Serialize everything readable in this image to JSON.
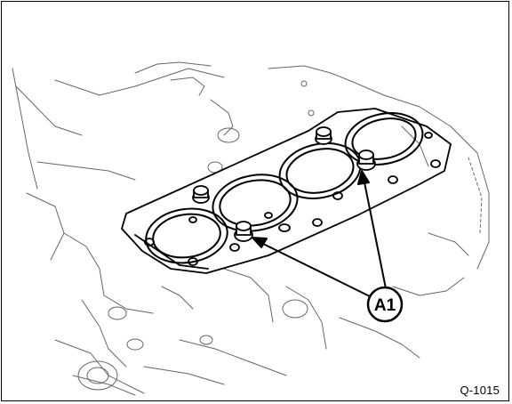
{
  "figure": {
    "callout": "A1",
    "reference_code": "Q-1015"
  },
  "colors": {
    "ink": "#000000",
    "paper": "#ffffff"
  },
  "icons": {
    "callout": "circled-label",
    "arrow": "arrow-pointer"
  }
}
